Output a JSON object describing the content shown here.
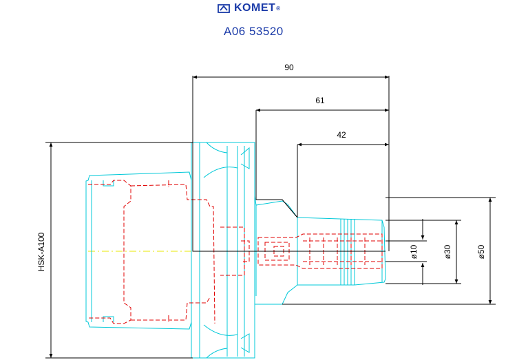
{
  "header": {
    "brand": "KOMET",
    "brand_mark": "®",
    "part_number": "A06 53520"
  },
  "dimensions": {
    "length_overall": "90",
    "length_mid": "61",
    "length_short": "42",
    "shank": "HSK-A100",
    "dia_inner": "ø10",
    "dia_mid": "ø30",
    "dia_outer": "ø50"
  },
  "colors": {
    "brand": "#1a3aa8",
    "outline": "#00c8d8",
    "hidden": "#e00000",
    "centerline": "#e8e800",
    "dimension": "#000000"
  },
  "icons": [
    "komet-logo-icon"
  ]
}
